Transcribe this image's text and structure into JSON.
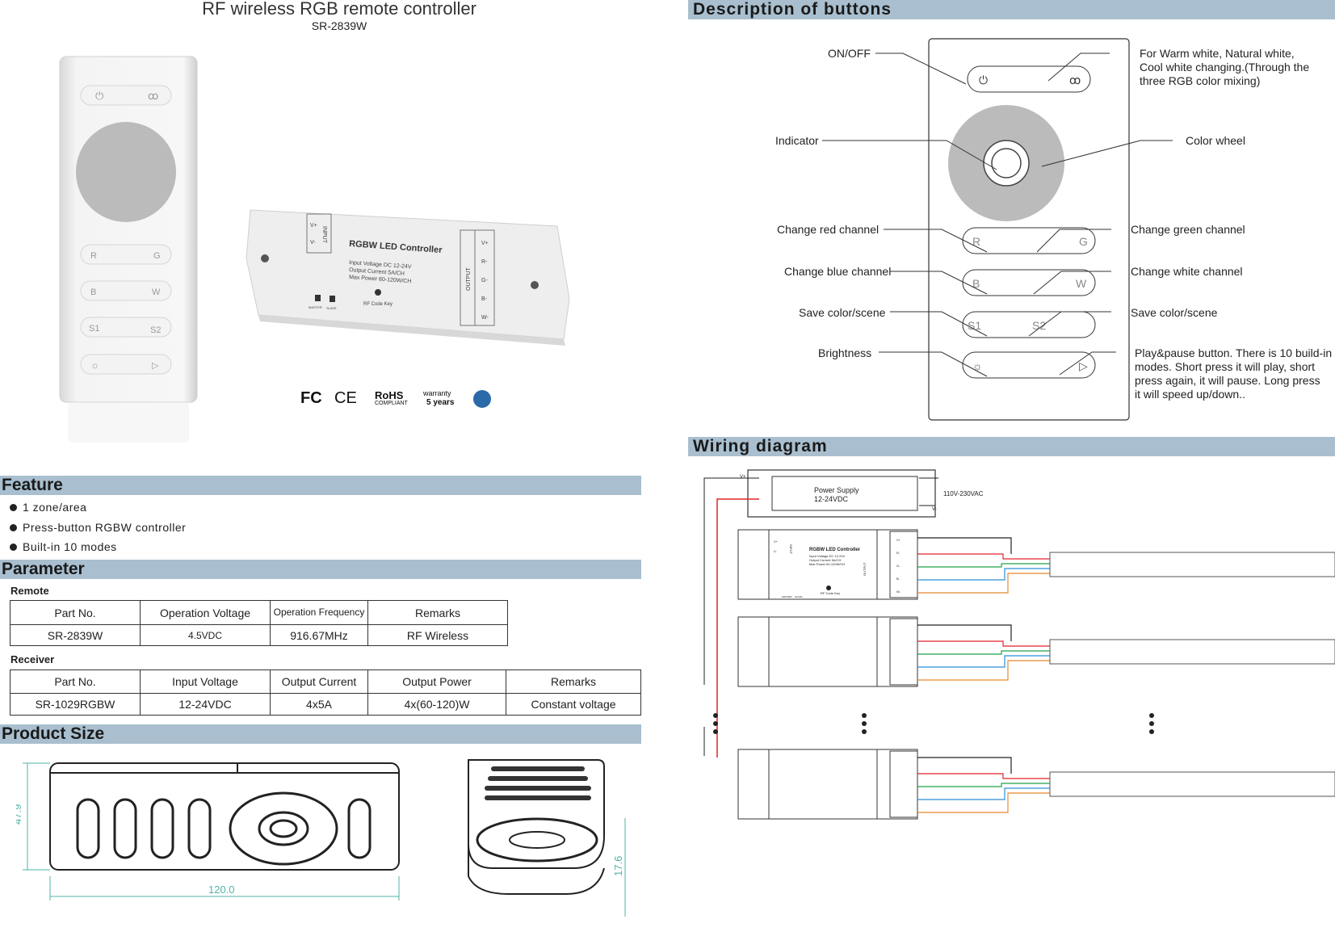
{
  "header": {
    "title": "RF wireless RGB remote controller",
    "model": "SR-2839W"
  },
  "sections": {
    "feature": "Feature",
    "parameter": "Parameter",
    "product_size": "Product Size",
    "description": "Description of buttons",
    "wiring": "Wiring diagram"
  },
  "features": [
    "1 zone/area",
    "Press-button RGBW controller",
    "Built-in 10 modes"
  ],
  "remote_table": {
    "label": "Remote",
    "headers": [
      "Part No.",
      "Operation Voltage",
      "Operation Frequency",
      "Remarks"
    ],
    "row": [
      "SR-2839W",
      "4.5VDC",
      "916.67MHz",
      "RF Wireless"
    ]
  },
  "receiver_table": {
    "label": "Receiver",
    "headers": [
      "Part No.",
      "Input Voltage",
      "Output Current",
      "Output Power",
      "Remarks"
    ],
    "row": [
      "SR-1029RGBW",
      "12-24VDC",
      "4x5A",
      "4x(60-120)W",
      "Constant voltage"
    ]
  },
  "remote_buttons": {
    "r": "R",
    "g": "G",
    "b": "B",
    "w": "W",
    "s1": "S1",
    "s2": "S2"
  },
  "controller_label": {
    "title": "RGBW LED Controller",
    "specs": [
      "Input Voltage DC 12-24V",
      "Output Current 5A/CH",
      "Max Power 60-120W/CH"
    ],
    "input": "INPUT",
    "output": "OUTPUT",
    "in_terms": [
      "V+",
      "V-"
    ],
    "out_terms": [
      "V+",
      "R-",
      "G-",
      "B-",
      "W-"
    ],
    "rf": "RF Code Key",
    "master": "MASTER",
    "slave": "SLAVE"
  },
  "certifications": {
    "fc": "FC",
    "ce": "CE",
    "rohs": "RoHS",
    "rohs_sub": "COMPLIANT",
    "warranty": "warranty",
    "years": "5 years"
  },
  "dimensions": {
    "length": "120.0",
    "width": "47.9",
    "height": "17.6"
  },
  "descriptions": {
    "onoff": "ON/OFF",
    "white": [
      "For Warm white, Natural white,",
      "Cool white changing.(Through the",
      "three RGB color mixing)"
    ],
    "indicator": "Indicator",
    "colorwheel": "Color wheel",
    "red": "Change red channel",
    "green": "Change green channel",
    "blue": "Change blue channel",
    "whitech": "Change white channel",
    "save1": "Save color/scene",
    "save2": "Save color/scene",
    "brightness": "Brightness",
    "play": [
      "Play&pause button. There is 10 build-in",
      "modes. Short press it will play, short",
      "press again, it will pause. Long press",
      "it will speed up/down.."
    ]
  },
  "wiring": {
    "ps_label": "Power Supply",
    "ps_volt": "12-24VDC",
    "ac": "110V-230VAC",
    "ps_vplus": "V+",
    "ps_vminus": "V-"
  },
  "colors": {
    "bar": "#a9bfcf",
    "dim": "#4fb3a9",
    "red": "#e0232b",
    "green": "#22a04b",
    "blue": "#2a8fd8",
    "orange": "#e8882a"
  }
}
